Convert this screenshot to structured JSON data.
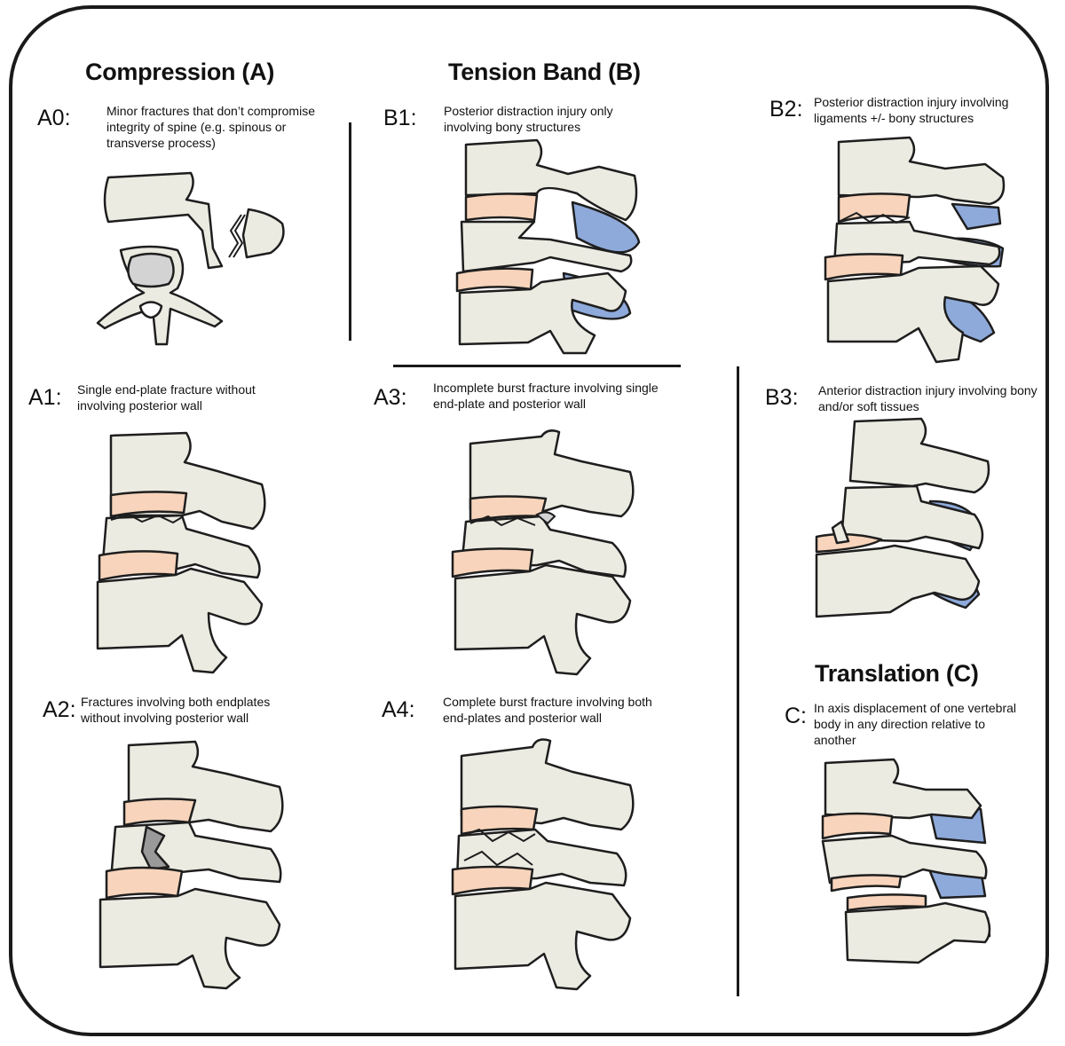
{
  "headings": {
    "compression": "Compression (A)",
    "tension_band": "Tension Band (B)",
    "translation": "Translation (C)"
  },
  "entries": {
    "a0": {
      "code": "A0:",
      "description": "Minor fractures that don’t compromise integrity of spine (e.g. spinous or transverse process)"
    },
    "a1": {
      "code": "A1:",
      "description": "Single end-plate fracture without involving posterior wall"
    },
    "a2": {
      "code": "A2:",
      "description": "Fractures involving both endplates without involving posterior wall"
    },
    "a3": {
      "code": "A3:",
      "description": "Incomplete burst fracture involving single end-plate and posterior wall"
    },
    "a4": {
      "code": "A4:",
      "description": "Complete burst fracture involving both end-plates and posterior wall"
    },
    "b1": {
      "code": "B1:",
      "description": "Posterior distraction injury only involving bony structures"
    },
    "b2": {
      "code": "B2:",
      "description": "Posterior distraction injury involving ligaments +/- bony structures"
    },
    "b3": {
      "code": "B3:",
      "description": "Anterior distraction injury involving bony and/or soft tissues"
    },
    "c": {
      "code": "C:",
      "description": "In axis displacement of one vertebral body in any direction relative to another"
    }
  },
  "colors": {
    "bone": "#ecebe2",
    "outline": "#1e1e1e",
    "disc": "#f7d4bb",
    "ligament": "#8eaadb",
    "canal": "#d3d3d3",
    "frame": "#1a1a1a"
  }
}
